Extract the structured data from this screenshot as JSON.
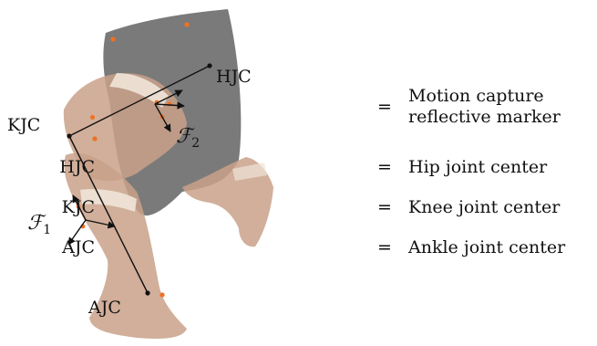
{
  "diagram": {
    "joints": {
      "hjc": "HJC",
      "kjc": "KJC",
      "ajc": "AJC"
    },
    "frames": {
      "f1_symbol": "ℱ",
      "f1_subscript": "1",
      "f2_symbol": "ℱ",
      "f2_subscript": "2"
    },
    "marker_color": "#f07020"
  },
  "legend": {
    "equals": "=",
    "marker_desc_line1": "Motion capture",
    "marker_desc_line2": "reflective marker",
    "hjc_symbol": "HJC",
    "hjc_desc": "Hip joint center",
    "kjc_symbol": "KJC",
    "kjc_desc": "Knee joint center",
    "ajc_symbol": "AJC",
    "ajc_desc": "Ankle joint center"
  }
}
